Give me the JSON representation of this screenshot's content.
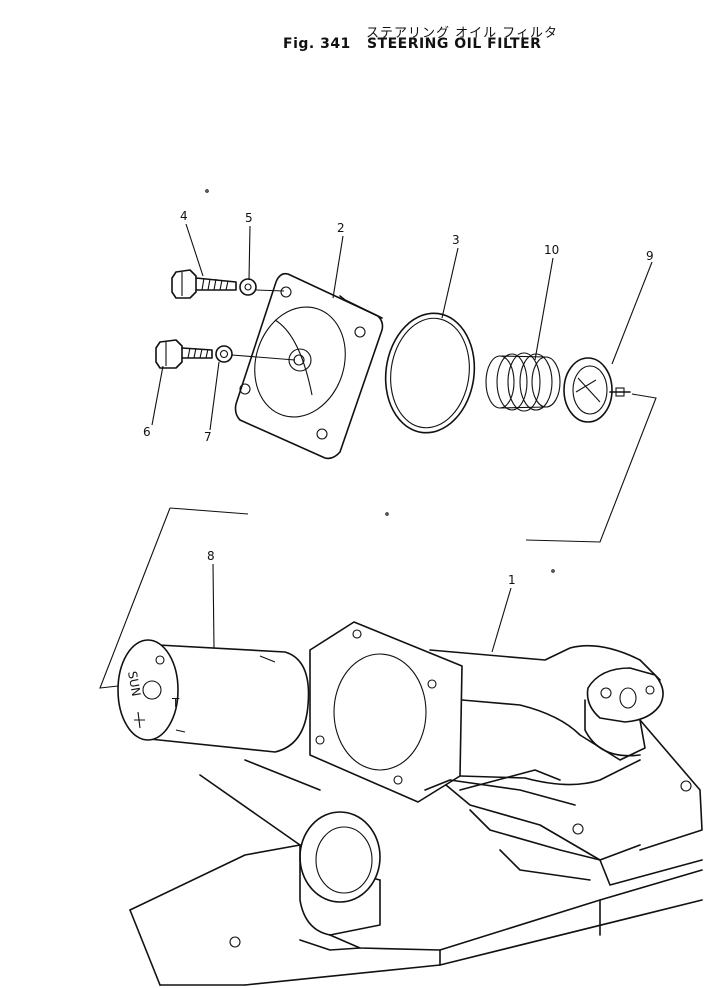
{
  "header": {
    "title_jp": "ステアリング オイル フィルタ",
    "fig_label": "Fig. 341",
    "title_en": "STEERING OIL FILTER"
  },
  "callouts": {
    "p1": "1",
    "p2": "2",
    "p3": "3",
    "p4": "4",
    "p5": "5",
    "p6": "6",
    "p7": "7",
    "p8": "8",
    "p9": "9",
    "p10": "10"
  }
}
